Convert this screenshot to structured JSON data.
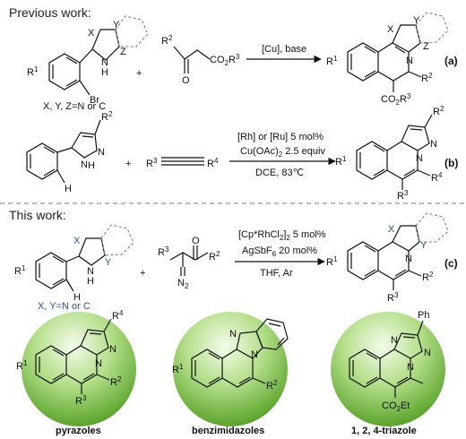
{
  "headers": {
    "previous": "Previous work:",
    "current": "This work:"
  },
  "scheme_a": {
    "r1": "R",
    "r1_sup": "1",
    "x": "X",
    "y": "Y",
    "z": "Z",
    "nh": "N",
    "nh_h": "H",
    "br": "Br",
    "plus": "+",
    "reagent_r2": "R",
    "reagent_r2_sup": "2",
    "reagent_o": "O",
    "reagent_co2": "CO",
    "reagent_co2_sub": "2",
    "reagent_r3": "R",
    "reagent_r3_sup": "3",
    "conditions": "[Cu], base",
    "prod_r1": "R",
    "prod_r1_sup": "1",
    "prod_x": "X",
    "prod_y": "Y",
    "prod_z": "Z",
    "prod_n": "N",
    "prod_r2": "R",
    "prod_r2_sup": "2",
    "prod_co2": "CO",
    "prod_co2_sub": "2",
    "prod_r3": "R",
    "prod_r3_sup": "3",
    "label": "(a)",
    "note": "X, Y, Z=N or C"
  },
  "scheme_b": {
    "r2": "R",
    "r2_sup": "2",
    "n1": "N",
    "n2": "N",
    "h_nh": "H",
    "h": "H",
    "plus": "+",
    "r3": "R",
    "r3_sup": "3",
    "r4": "R",
    "r4_sup": "4",
    "cond1": "[Rh] or [Ru] 5 mol%",
    "cond2a": "Cu(OAc)",
    "cond2_sub": "2",
    "cond2b": " 2.5 equiv",
    "cond3": "DCE, 83℃",
    "prod_r1": "R",
    "prod_r1_sup": "1",
    "prod_r2": "R",
    "prod_r2_sup": "2",
    "prod_n1": "N",
    "prod_n2": "N",
    "prod_r4": "R",
    "prod_r4_sup": "4",
    "prod_r3": "R",
    "prod_r3_sup": "3",
    "label": "(b)"
  },
  "scheme_c": {
    "r1": "R",
    "r1_sup": "1",
    "x": "X",
    "y": "Y",
    "nh": "N",
    "nh_h": "H",
    "h": "H",
    "note": "X, Y=N or C",
    "plus": "+",
    "r3": "R",
    "r3_sup": "3",
    "o": "O",
    "r2": "R",
    "r2_sup": "2",
    "n2": "N",
    "n2_sub": "2",
    "cond1a": "[Cp*RhCl",
    "cond1_sub": "2",
    "cond1b": "]",
    "cond1_sub2": "2",
    "cond1c": " 5 mol%",
    "cond2a": "AgSbF",
    "cond2_sub": "6",
    "cond2b": " 20 mol%",
    "cond3": "THF, Ar",
    "prod_r1": "R",
    "prod_r1_sup": "1",
    "prod_x": "X",
    "prod_n": "N",
    "prod_y": "Y",
    "prod_r2": "R",
    "prod_r2_sup": "2",
    "prod_r3": "R",
    "prod_r3_sup": "3",
    "label": "(c)"
  },
  "examples": [
    {
      "name": "pyrazoles",
      "r4": "R",
      "r4_sup": "4",
      "n1": "N",
      "n2": "N",
      "r1": "R",
      "r1_sup": "1",
      "r2": "R",
      "r2_sup": "2",
      "r3": "R",
      "r3_sup": "3"
    },
    {
      "name": "benzimidazoles",
      "n1": "N",
      "n2": "N",
      "r1": "R",
      "r1_sup": "1",
      "r2": "R",
      "r2_sup": "2"
    },
    {
      "name": "1, 2, 4-triazole",
      "ph": "Ph",
      "n1": "N",
      "n2": "N",
      "n3": "N",
      "co2et": "CO",
      "co2et_sub": "2",
      "co2et_tail": "Et"
    }
  ],
  "colors": {
    "accent_blue": "#2d4fa8",
    "sphere_green": "#5fb42a",
    "sphere_light": "#dff3cb"
  }
}
